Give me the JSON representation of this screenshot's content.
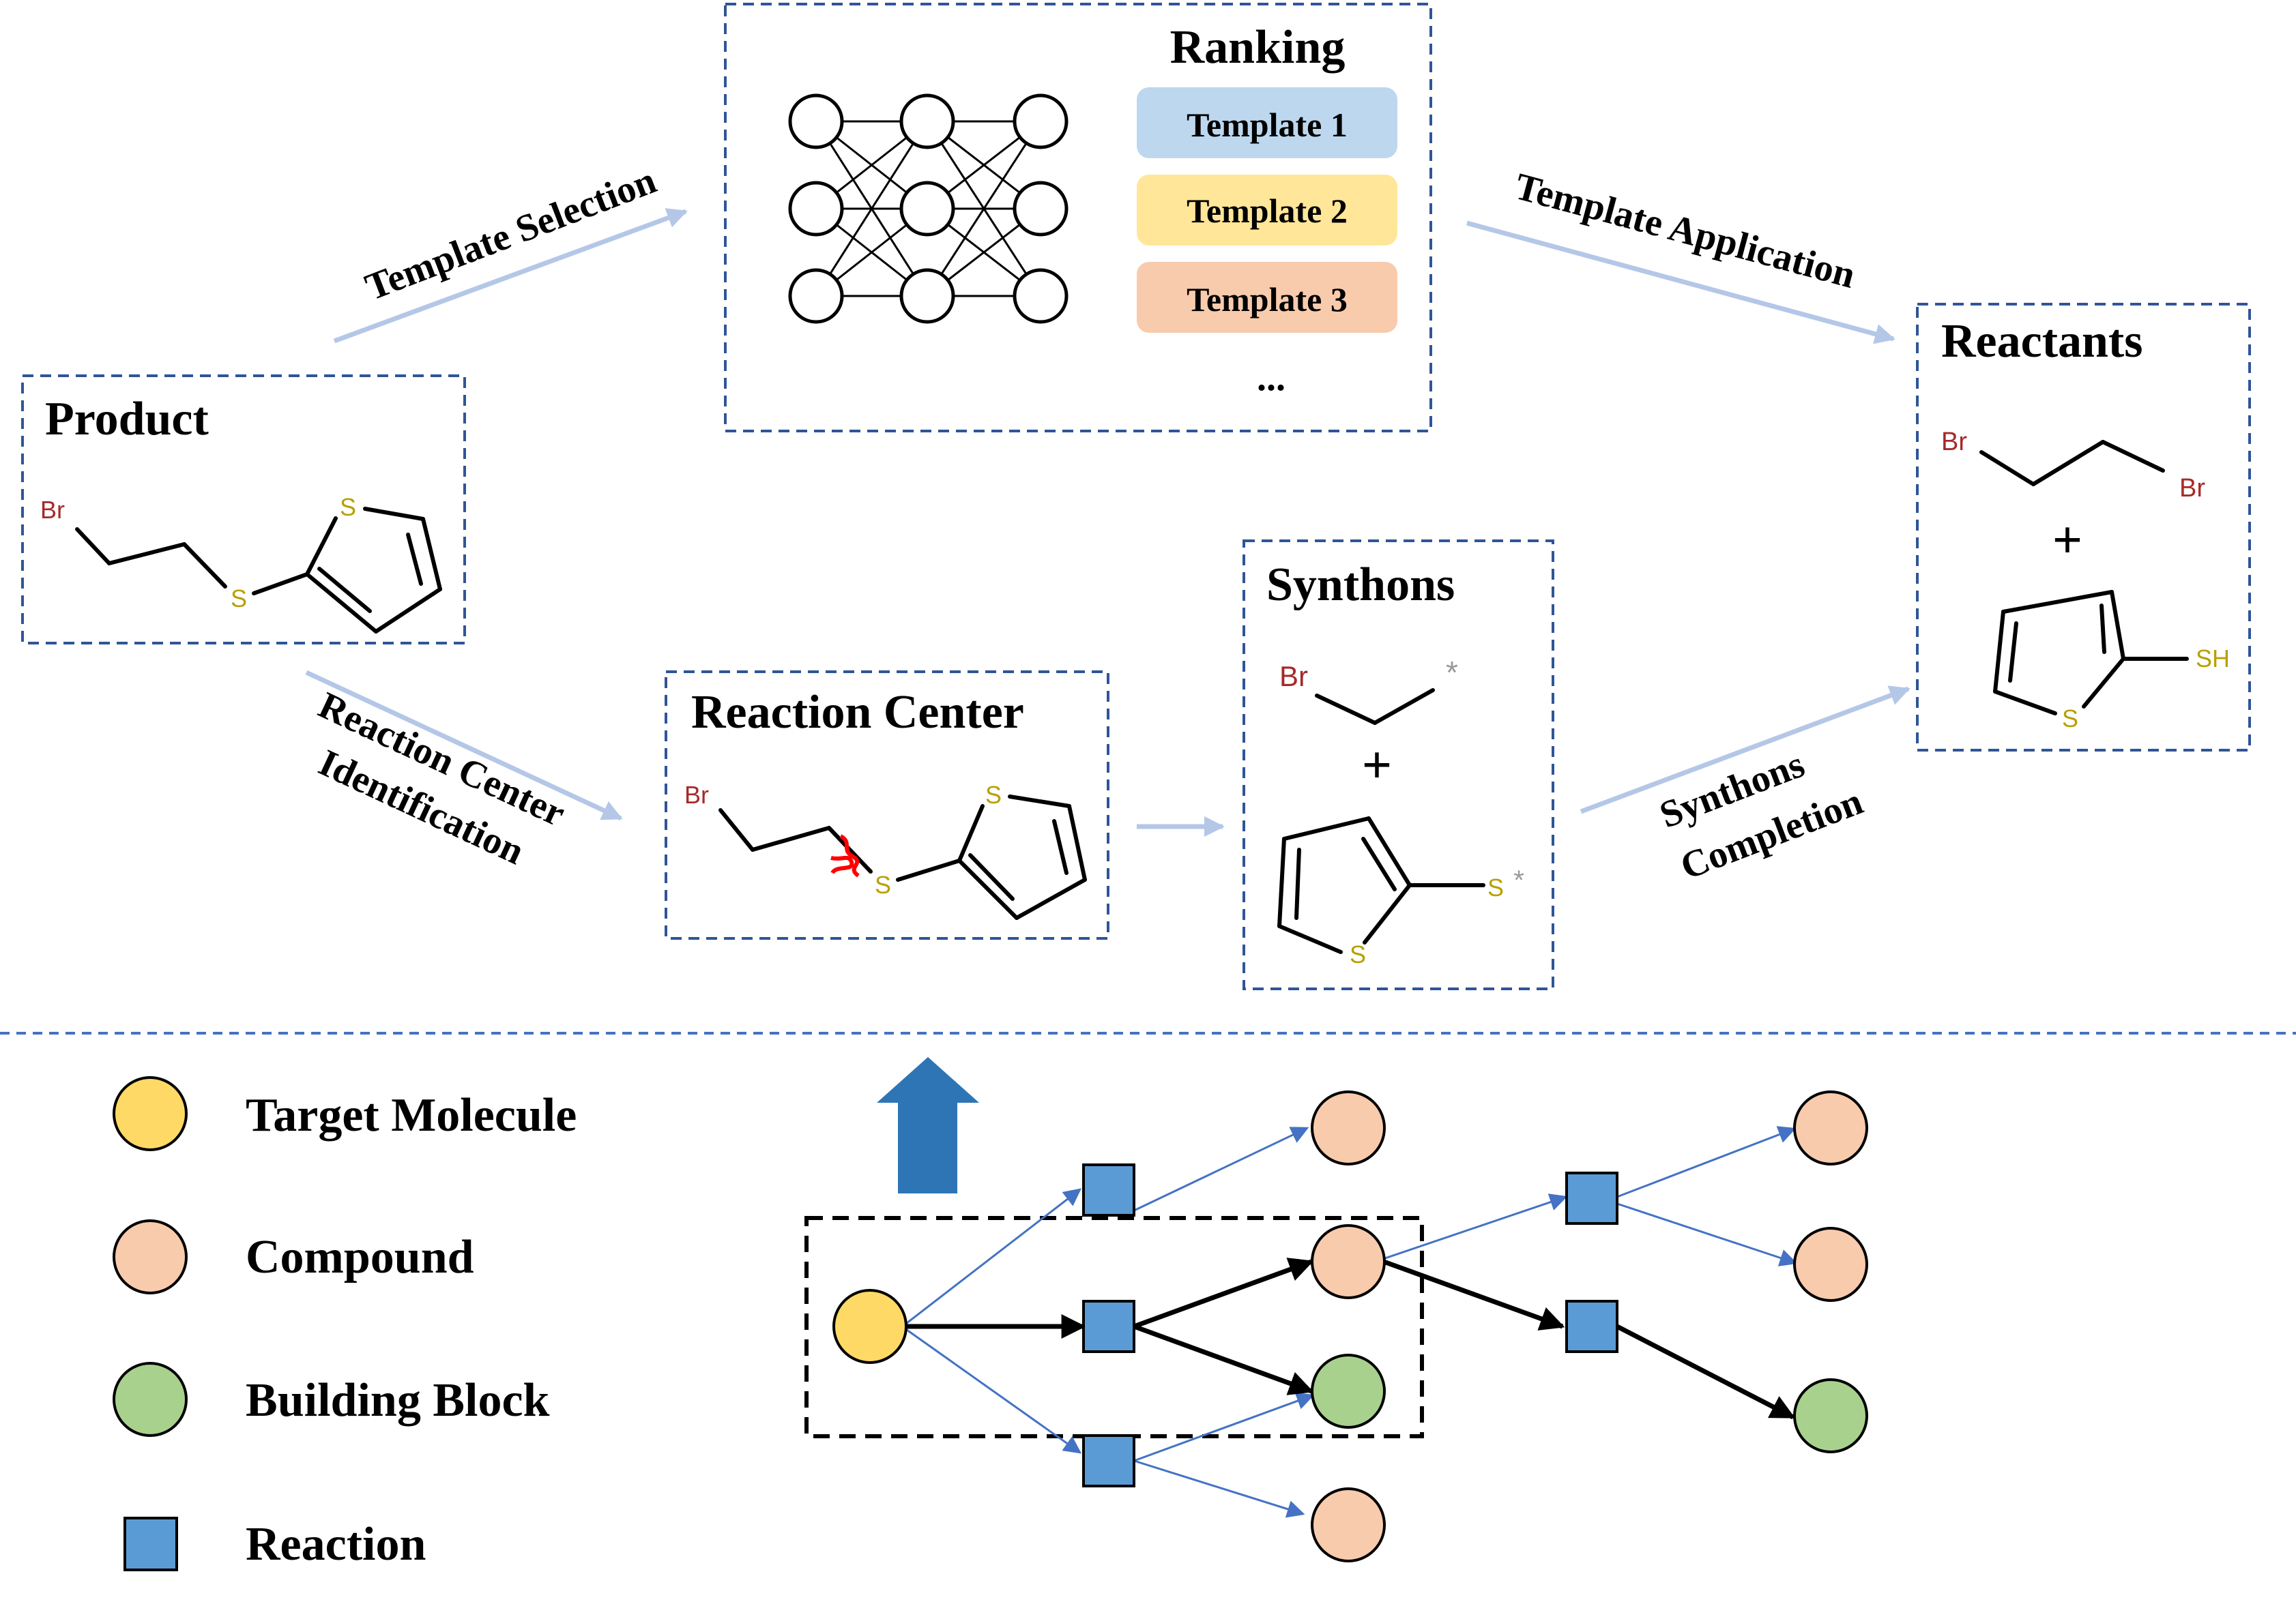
{
  "colors": {
    "box_border": "#2F5597",
    "arrow_light": "#B4C7E7",
    "arrow_blue": "#4472C4",
    "arrow_big": "#2E75B6",
    "template1": "#BDD7EE",
    "template2": "#FFE699",
    "template3": "#F8CBAD",
    "bromine": "#A52A2A",
    "sulfur": "#B8A000",
    "star": "#999999",
    "target": "#FFD966",
    "compound": "#F8CBAD",
    "building_block": "#A9D18E",
    "reaction": "#5B9BD5",
    "cut_mark": "#FF0000"
  },
  "boxes": {
    "ranking_title": "Ranking",
    "templates": [
      "Template 1",
      "Template 2",
      "Template 3"
    ],
    "templates_more": "...",
    "product_title": "Product",
    "reaction_center_title": "Reaction Center",
    "synthons_title": "Synthons",
    "reactants_title": "Reactants"
  },
  "arrows": {
    "template_selection": "Template Selection",
    "template_application": "Template Application",
    "rc_line1": "Reaction Center",
    "rc_line2": "Identification",
    "sc_line1": "Synthons",
    "sc_line2": "Completion"
  },
  "atoms": {
    "br": "Br",
    "s": "S",
    "sh": "SH",
    "star": "*",
    "plus": "+"
  },
  "legend": {
    "target": "Target Molecule",
    "compound": "Compound",
    "building_block": "Building Block",
    "reaction": "Reaction"
  }
}
